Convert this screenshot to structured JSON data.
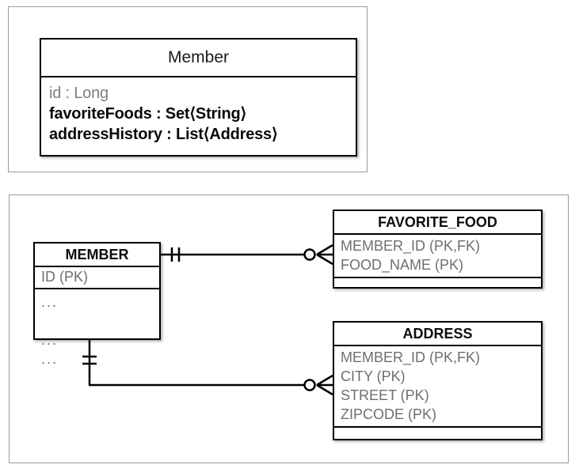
{
  "diagram": {
    "title_hidden": true,
    "uml_panel": {
      "class_box": {
        "name": "Member",
        "attributes": [
          {
            "text": "id : Long",
            "emphasis": "muted"
          },
          {
            "text": "favoriteFoods : Set⟨String⟩",
            "emphasis": "strong"
          },
          {
            "text": "addressHistory : List⟨Address⟩",
            "emphasis": "strong"
          }
        ]
      }
    },
    "erd_panel": {
      "tables": [
        {
          "id": "member",
          "name": "MEMBER",
          "keys": [
            "ID (PK)"
          ],
          "columns": [
            "...",
            "",
            "...",
            "..."
          ]
        },
        {
          "id": "favorite_food",
          "name": "FAVORITE_FOOD",
          "keys": [
            "MEMBER_ID (PK,FK)",
            "FOOD_NAME (PK)"
          ],
          "columns": []
        },
        {
          "id": "address",
          "name": "ADDRESS",
          "keys": [
            "MEMBER_ID (PK,FK)",
            "CITY (PK)",
            "STREET (PK)",
            "ZIPCODE (PK)"
          ],
          "columns": []
        }
      ],
      "relationships": [
        {
          "id": "member-favorite-food",
          "from": "MEMBER",
          "to": "FAVORITE_FOOD",
          "from_cardinality": "one-and-only-one",
          "to_cardinality": "zero-or-many",
          "from_notation": "||",
          "to_notation": "o<"
        },
        {
          "id": "member-address",
          "from": "MEMBER",
          "to": "ADDRESS",
          "from_cardinality": "one-and-only-one",
          "to_cardinality": "zero-or-many",
          "from_notation": "||",
          "to_notation": "o<"
        }
      ]
    }
  },
  "colors": {
    "panel_border": "#9a9a9a",
    "box_border": "#000000",
    "title_text": "#0d0d0d",
    "row_text": "#6e6e6e",
    "muted_text": "#7d7d7d",
    "background": "#ffffff"
  }
}
